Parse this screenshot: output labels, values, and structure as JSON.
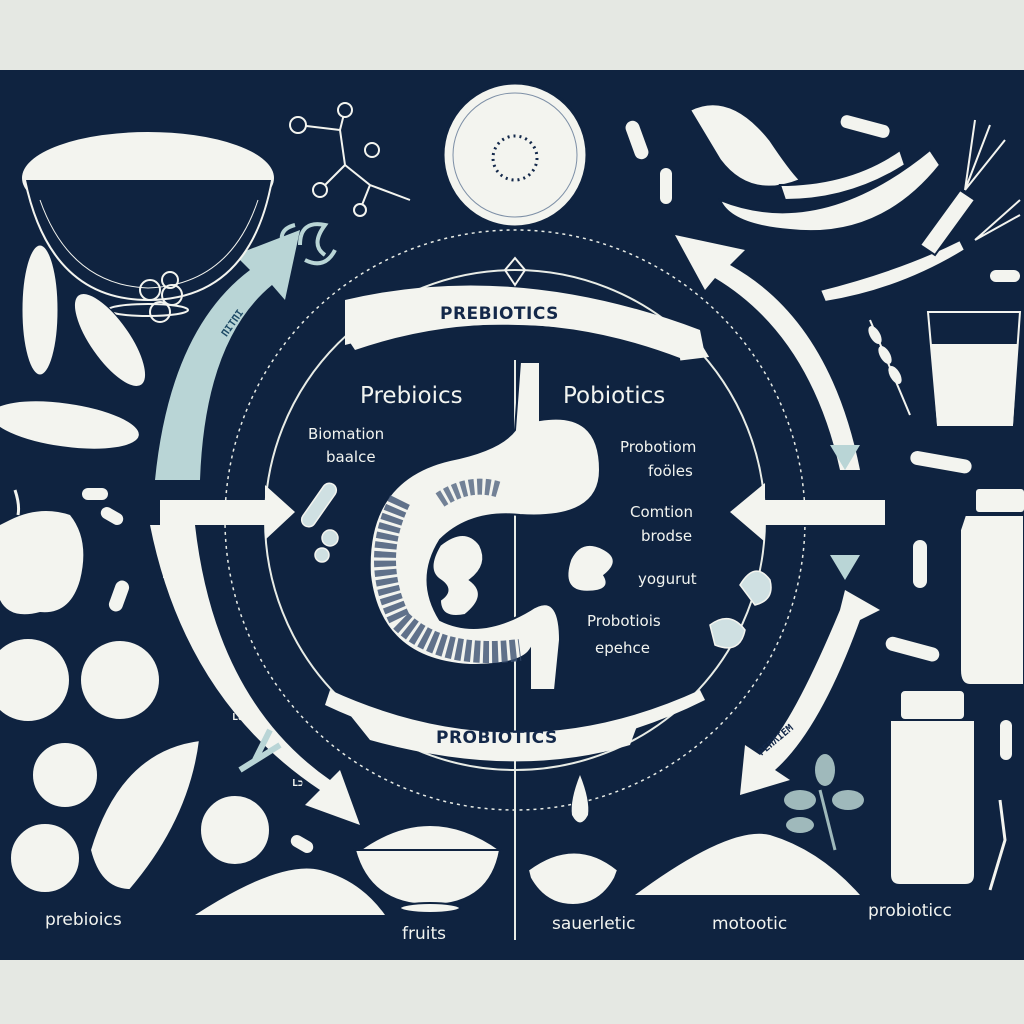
{
  "banners": {
    "top": "PREBIOTICS",
    "bottom": "PROBIOTICS"
  },
  "headings": {
    "left": "Prebioics",
    "right": "Pobiotics"
  },
  "left_label": {
    "line1": "Biomation",
    "line2": "baalce"
  },
  "right_labels": [
    {
      "line1": "Probotiom",
      "line2": "foöles"
    },
    {
      "line1": "Comtion",
      "line2": "brodse"
    },
    {
      "line1": "yogurut",
      "line2": ""
    },
    {
      "line1": "Probotiois",
      "line2": "epehce"
    }
  ],
  "arrow_labels": {
    "left_up": "ΠΙΤΠΙ",
    "left_a": "L∂",
    "left_b": "L∂",
    "left_c": "Lכ",
    "right_down": "PEΠΛIEM"
  },
  "bottom_labels": [
    "prebioics",
    "fruits",
    "sauerletic",
    "motootic",
    "probioticc"
  ],
  "colors": {
    "background": "#0f2340",
    "frame": "#e5e8e3",
    "ink": "#f2f4f0",
    "accent": "#b9d5d6"
  }
}
